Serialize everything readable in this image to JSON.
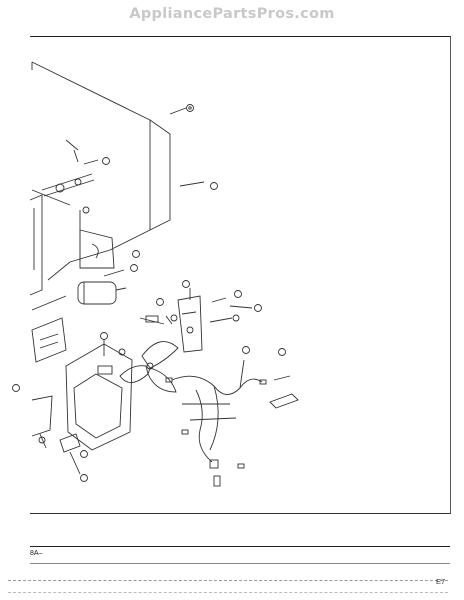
{
  "watermark": "AppliancePartsPros.com",
  "page_code": "8A–",
  "page_number": "E7"
}
